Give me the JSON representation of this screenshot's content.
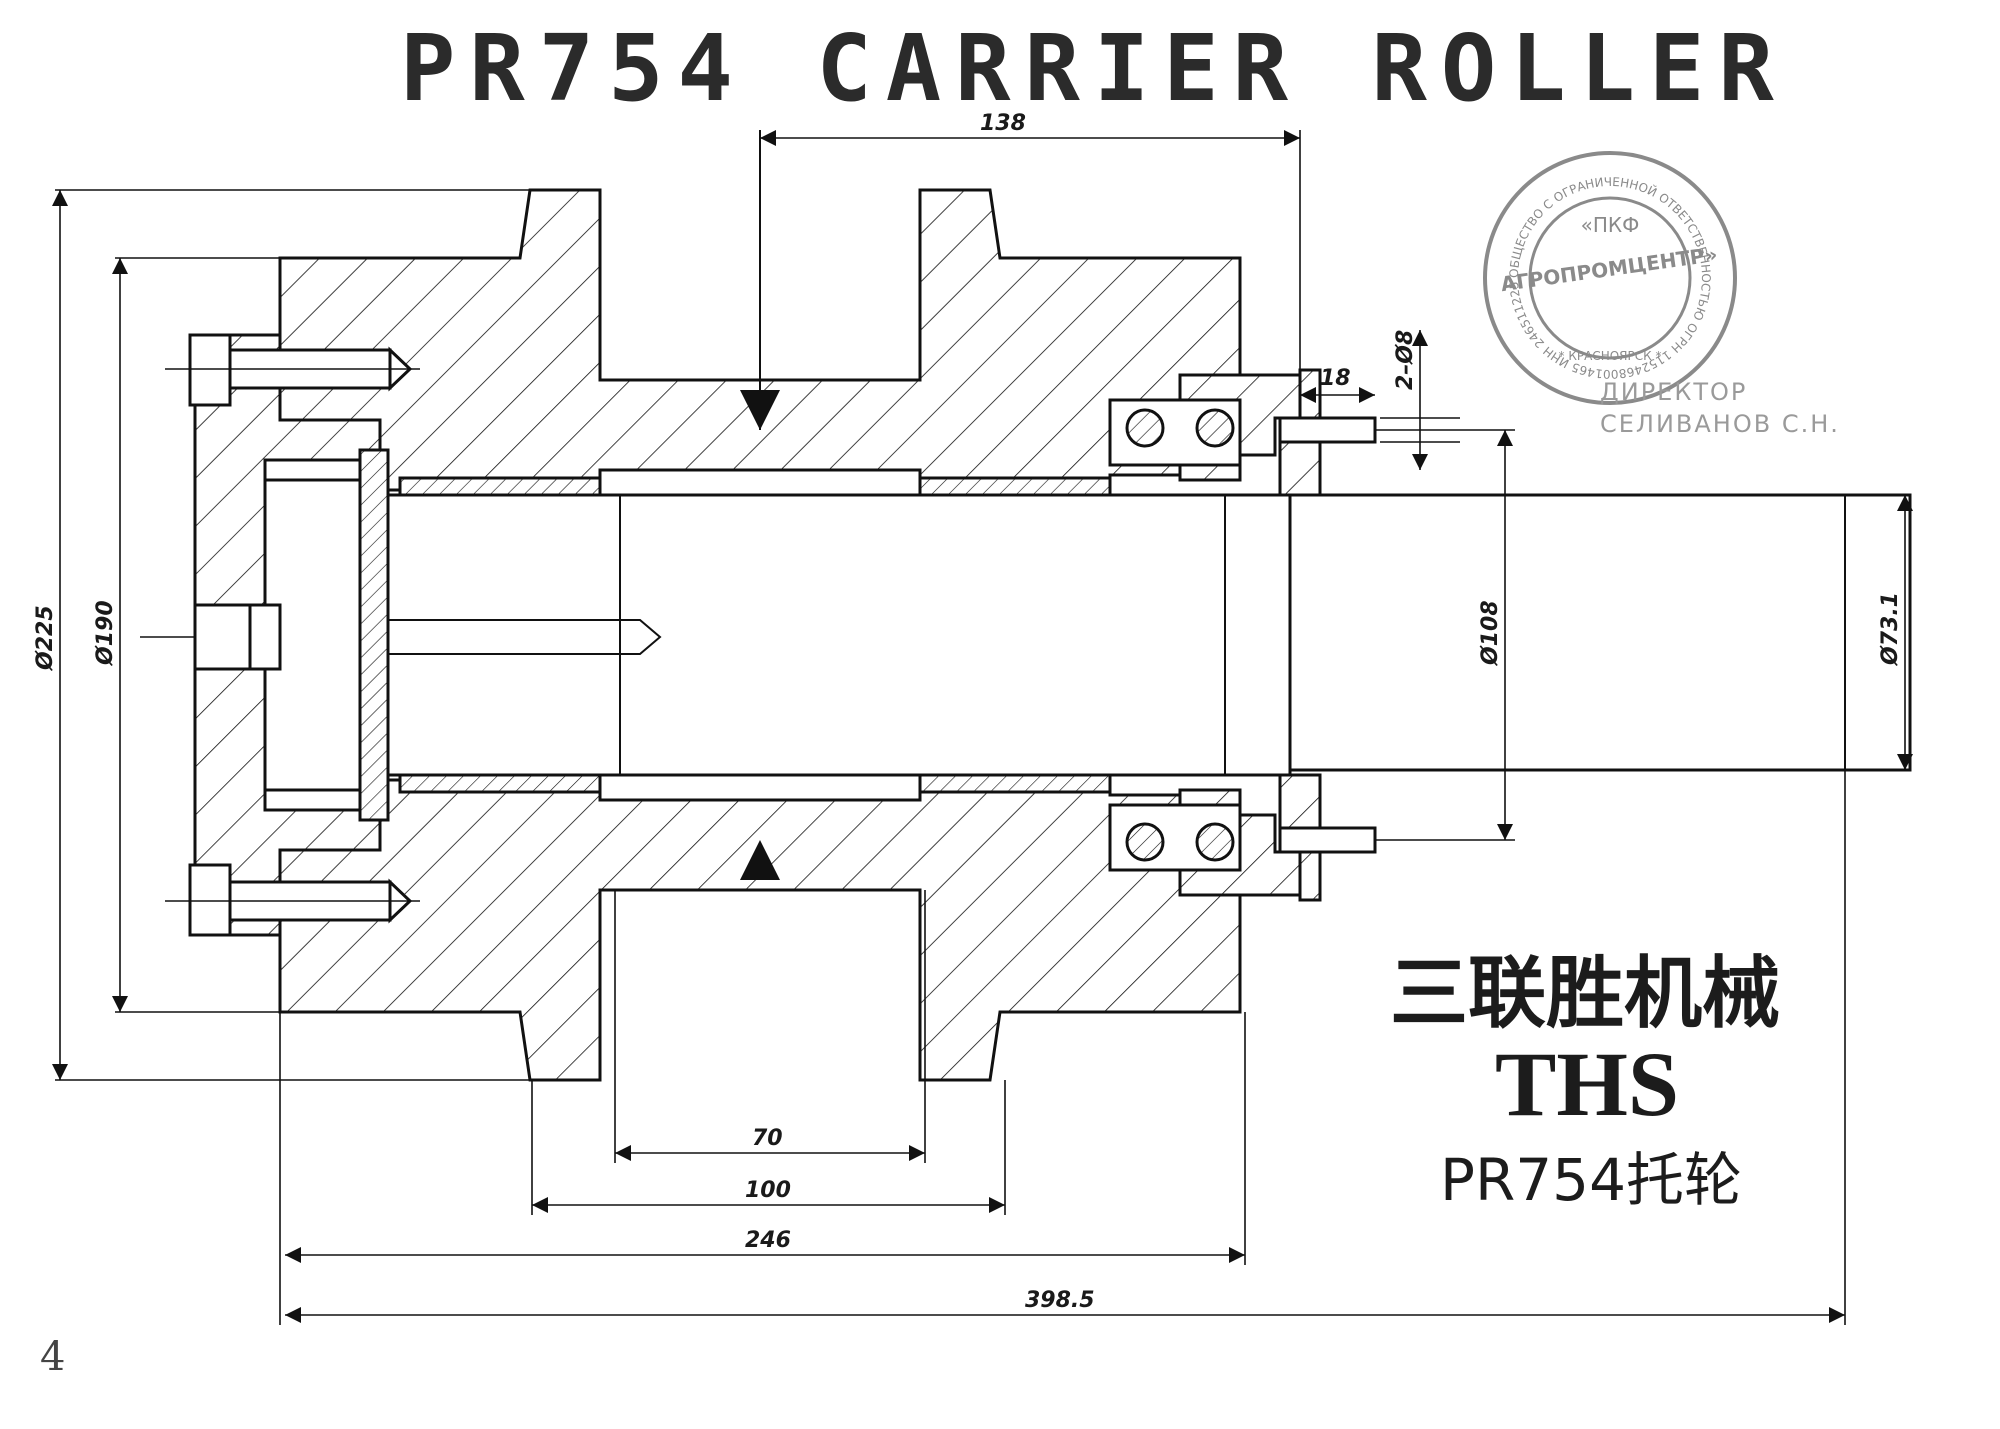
{
  "title": "PR754  CARRIER  ROLLER",
  "dimensions": {
    "d138": "138",
    "d18": "18",
    "d2x8": "2–Ø8",
    "d225": "Ø225",
    "d190": "Ø190",
    "d108": "Ø108",
    "d73": "Ø73.1",
    "d70": "70",
    "d100": "100",
    "d246": "246",
    "d398": "398.5"
  },
  "stamp": {
    "ring_text": "ОБЩЕСТВО С ОГРАНИЧЕННОЙ ОТВЕТСТВЕННОСТЬЮ ОГРН 1152468001465 ИНН 2465112252",
    "org_line1": "«ПКФ",
    "org_line2": "АГРОПРОМЦЕНТР»",
    "city": "* КРАСНОЯРСК *"
  },
  "signature": {
    "role": "ДИРЕКТОР",
    "name": "СЕЛИВАНОВ С.Н."
  },
  "brand": {
    "chinese": "三联胜机械",
    "latin": "THS",
    "part_name": "PR754托轮"
  },
  "page_number": "4",
  "colors": {
    "ink": "#111111",
    "stamp": "#8a8a8a",
    "paper": "#ffffff"
  }
}
